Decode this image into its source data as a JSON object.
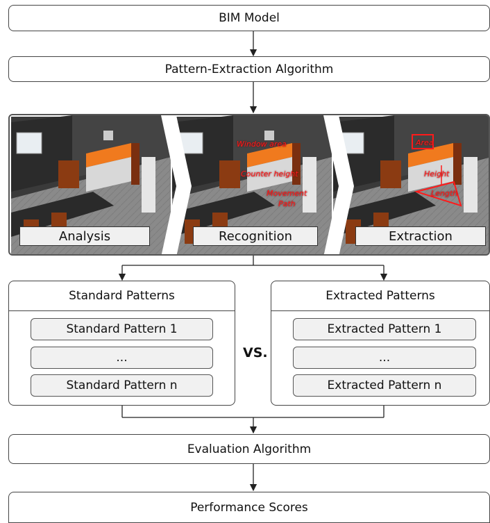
{
  "flow": {
    "bim_model": "BIM Model",
    "pattern_extraction": "Pattern-Extraction Algorithm",
    "evaluation": "Evaluation Algorithm",
    "performance": "Performance Scores"
  },
  "stages": {
    "analysis": "Analysis",
    "recognition": "Recognition",
    "extraction": "Extraction"
  },
  "annotations": {
    "recognition": [
      "Window area",
      "Counter height",
      "Movement",
      "Path"
    ],
    "extraction": [
      "Area",
      "Height",
      "Length"
    ]
  },
  "standard": {
    "header": "Standard Patterns",
    "items": [
      "Standard Pattern 1",
      "...",
      "Standard Pattern n"
    ]
  },
  "extracted": {
    "header": "Extracted Patterns",
    "items": [
      "Extracted Pattern 1",
      "...",
      "Extracted Pattern n"
    ]
  },
  "vs_label": "VS.",
  "colors": {
    "annotation": "#ff1a1a",
    "counter": "#f07a1e",
    "floor": "#7a7a7a",
    "wall": "#2f2f2f"
  }
}
